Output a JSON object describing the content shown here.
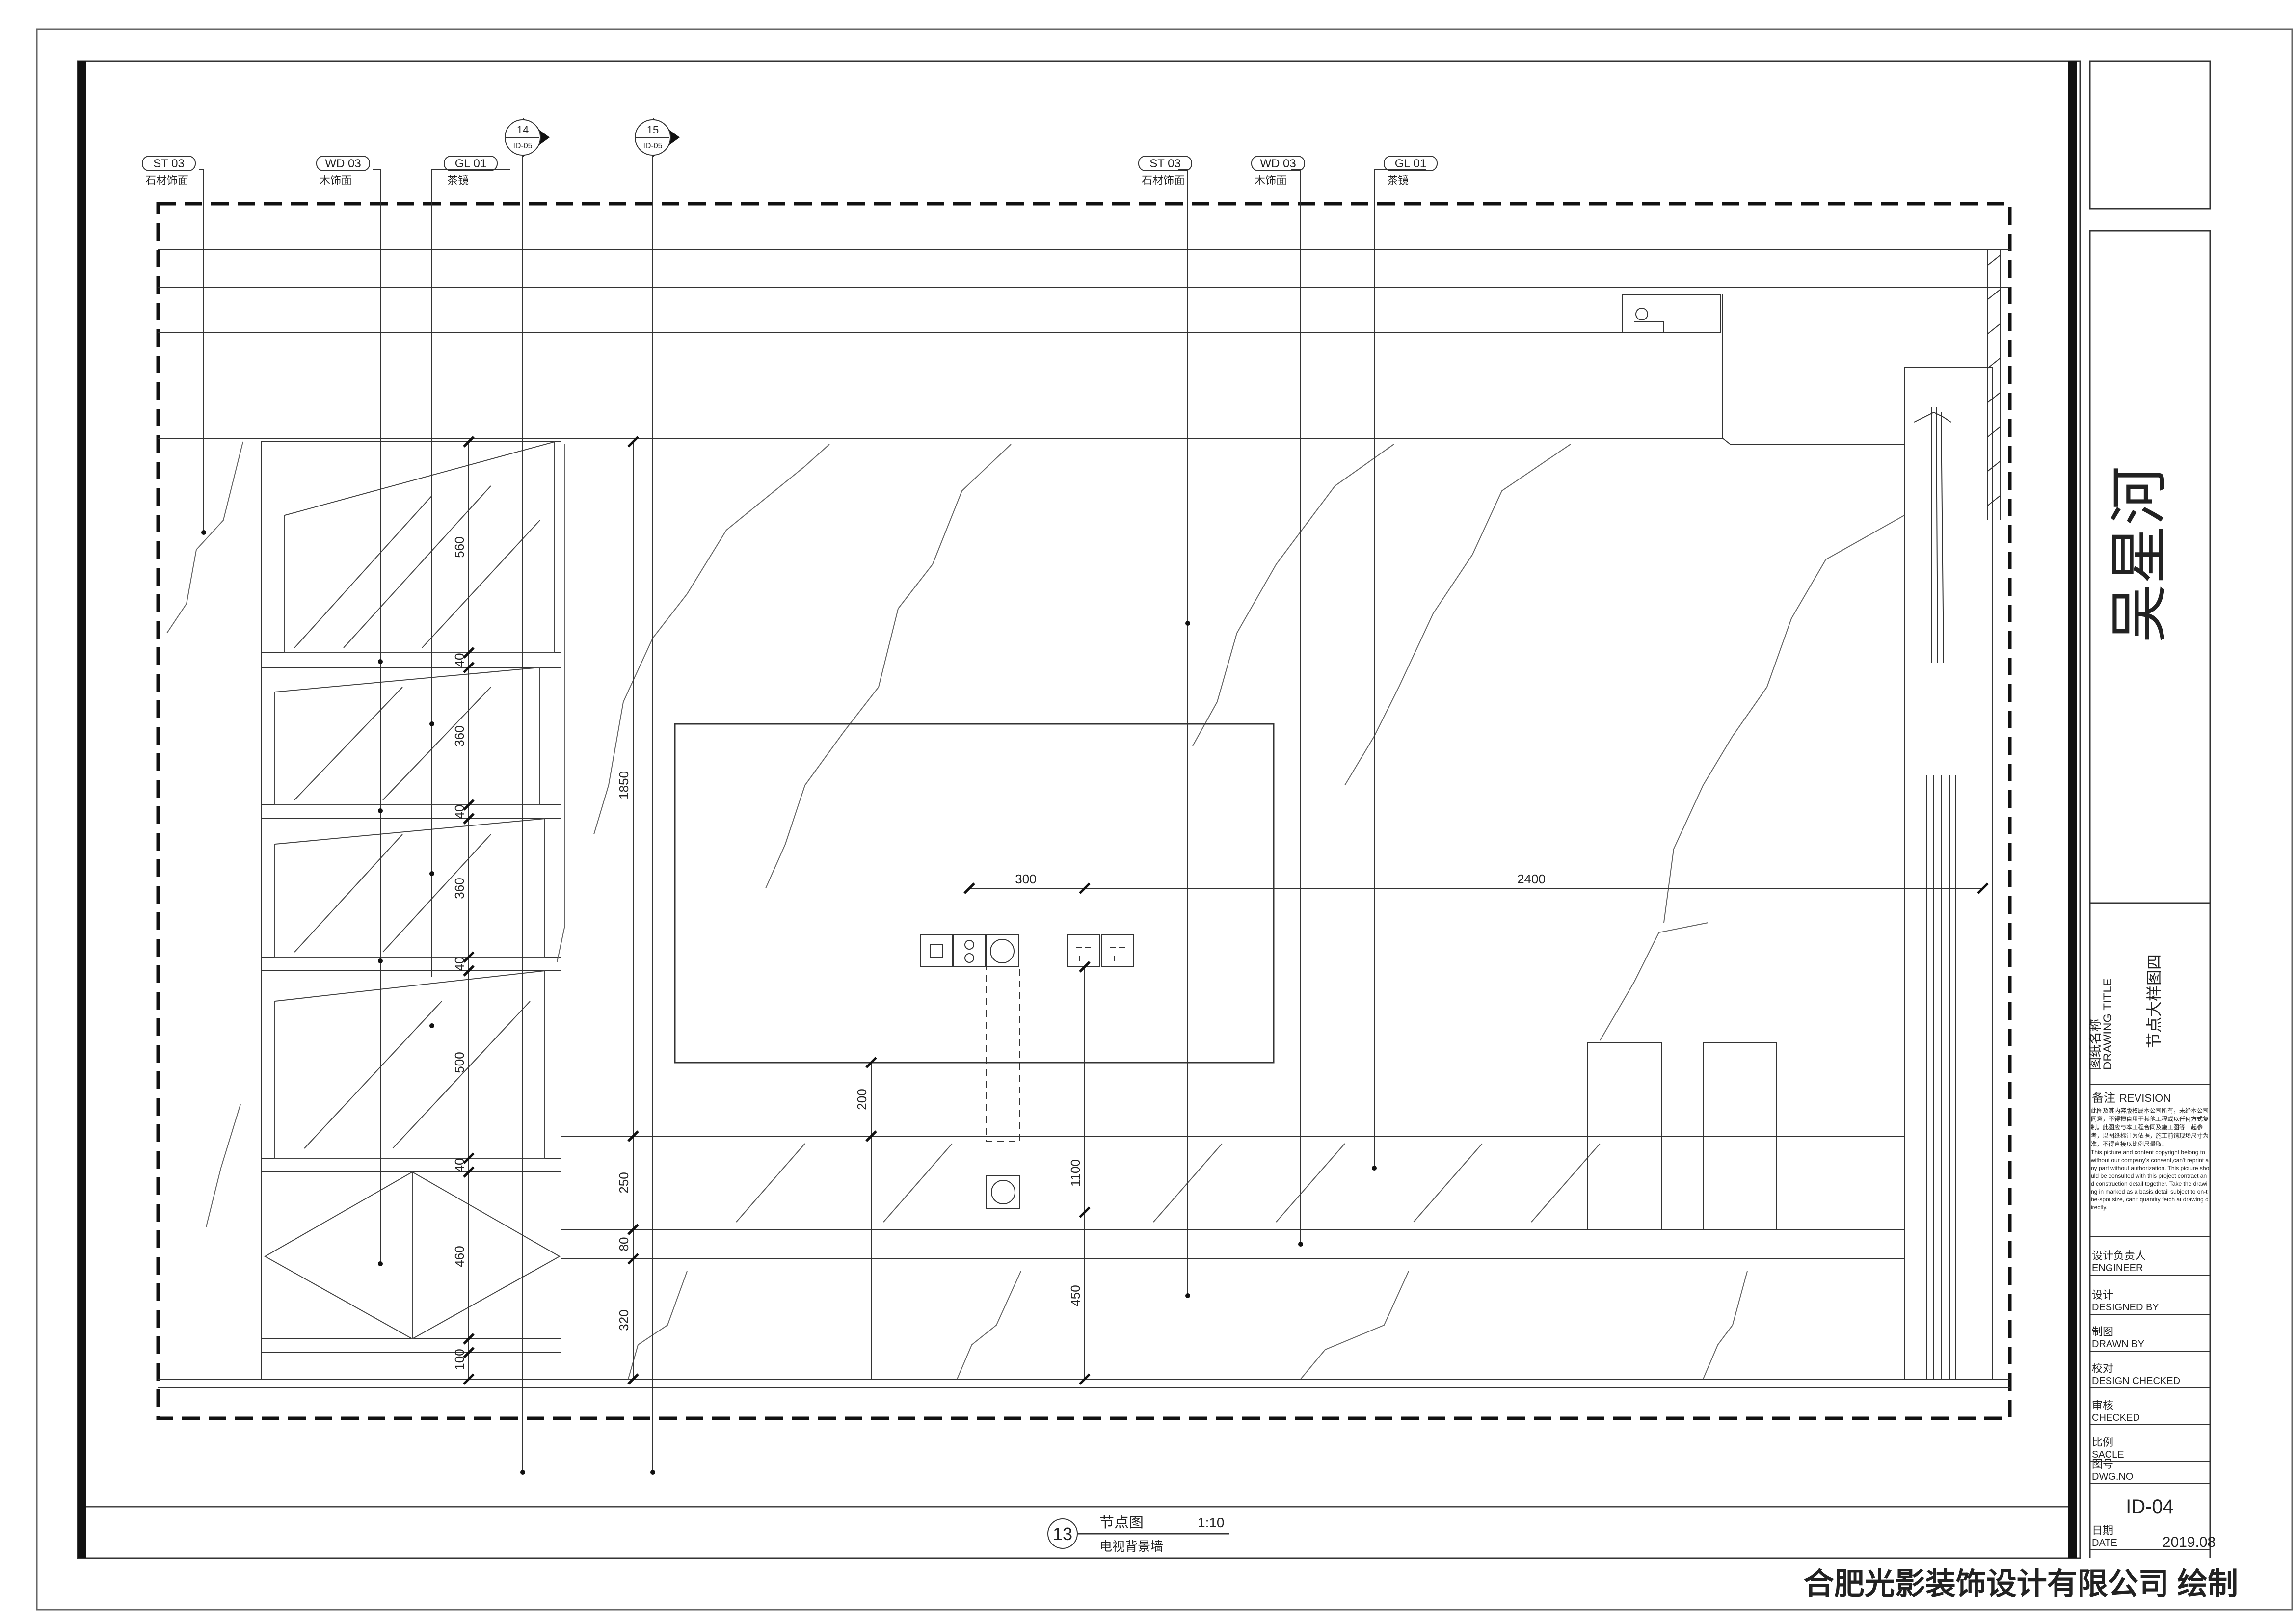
{
  "tags": [
    {
      "code": "ST 03",
      "label": "石材饰面"
    },
    {
      "code": "WD 03",
      "label": "木饰面"
    },
    {
      "code": "GL 01",
      "label": "茶镜"
    },
    {
      "code": "ST 03",
      "label": "石材饰面"
    },
    {
      "code": "WD 03",
      "label": "木饰面"
    },
    {
      "code": "GL 01",
      "label": "茶镜"
    }
  ],
  "section_markers": [
    {
      "num": "14",
      "sheet": "ID-05"
    },
    {
      "num": "15",
      "sheet": "ID-05"
    }
  ],
  "dimensions": {
    "left_stack": [
      "560",
      "40",
      "360",
      "40",
      "360",
      "40",
      "500",
      "40",
      "460",
      "100"
    ],
    "total_height": "1850",
    "lower_stack": [
      "200",
      "250",
      "80",
      "320"
    ],
    "horizontal": [
      "300",
      "2400"
    ],
    "socket_height": [
      "1100",
      "450"
    ]
  },
  "caption": {
    "number": "13",
    "title": "节点图",
    "scale": "1:10",
    "subtitle": "电视背景墙"
  },
  "title_block": {
    "client_name": "吴星河",
    "drawing_title_cn": "图纸名称",
    "drawing_title_en": "DRAWING TITLE",
    "drawing_title_value": "节点大样图四",
    "revision_cn": "备注",
    "revision_en": "REVISION",
    "notes_cn": "此图及其内容版权属本公司所有，未经本公司同意，不得擅自用于其他工程或以任何方式复制。此图应与本工程合同及施工图等一起参考，以图纸标注为依据，施工前请现场尺寸为准，不得直接以比例尺量取。",
    "notes_en": "This picture and content copyright belong to without our company's consent,can't reprint any part without authorization. This picture should be consulted with this project contract and construction detail together. Take the drawing in marked as a basis,detail subject to on-the-spot size, can't quantity fetch at drawing directly.",
    "fields": [
      {
        "cn": "设计负责人",
        "en": "ENGINEER",
        "value": ""
      },
      {
        "cn": "设计",
        "en": "DESIGNED BY",
        "value": ""
      },
      {
        "cn": "制图",
        "en": "DRAWN BY",
        "value": ""
      },
      {
        "cn": "校对",
        "en": "DESIGN CHECKED",
        "value": ""
      },
      {
        "cn": "审核",
        "en": "CHECKED",
        "value": ""
      },
      {
        "cn": "比例",
        "en": "SACLE",
        "value": ""
      },
      {
        "cn": "图号",
        "en": "DWG.NO",
        "value": "ID-04"
      },
      {
        "cn": "日期",
        "en": "DATE",
        "value": "2019.08"
      }
    ]
  },
  "footer_company": "合肥光影装饰设计有限公司 绘制"
}
